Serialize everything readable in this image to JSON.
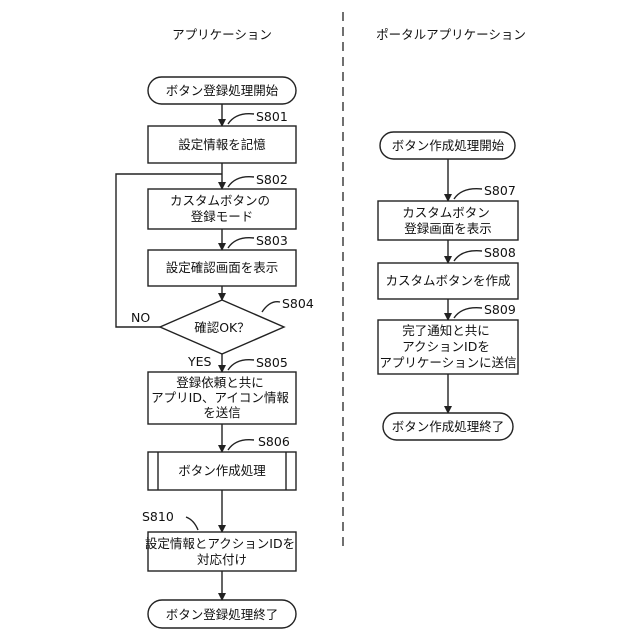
{
  "headers": {
    "left": "アプリケーション",
    "right": "ポータルアプリケーション"
  },
  "left": {
    "start": "ボタン登録処理開始",
    "s801": {
      "step": "S801",
      "lines": [
        "設定情報を記憶"
      ]
    },
    "s802": {
      "step": "S802",
      "lines": [
        "カスタムボタンの",
        "登録モード"
      ]
    },
    "s803": {
      "step": "S803",
      "lines": [
        "設定確認画面を表示"
      ]
    },
    "s804": {
      "step": "S804",
      "lines": [
        "確認OK？"
      ],
      "no": "NO",
      "yes": "YES"
    },
    "s805": {
      "step": "S805",
      "lines": [
        "登録依頼と共に",
        "アプリID、アイコン情報",
        "を送信"
      ]
    },
    "s806": {
      "step": "S806",
      "lines": [
        "ボタン作成処理"
      ]
    },
    "s810": {
      "step": "S810",
      "lines": [
        "設定情報とアクションIDを",
        "対応付け"
      ]
    },
    "end": "ボタン登録処理終了"
  },
  "right": {
    "start": "ボタン作成処理開始",
    "s807": {
      "step": "S807",
      "lines": [
        "カスタムボタン",
        "登録画面を表示"
      ]
    },
    "s808": {
      "step": "S808",
      "lines": [
        "カスタムボタンを作成"
      ]
    },
    "s809": {
      "step": "S809",
      "lines": [
        "完了通知と共に",
        "アクションIDを",
        "アプリケーションに送信"
      ]
    },
    "end": "ボタン作成処理終了"
  }
}
